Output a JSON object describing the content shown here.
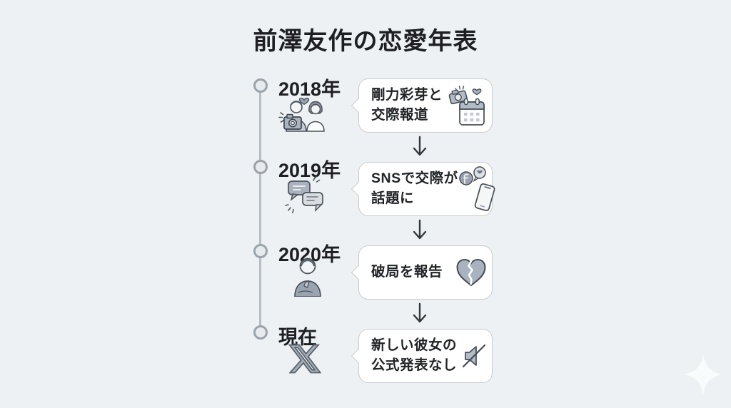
{
  "title": "前澤友作の恋愛年表",
  "timeline": {
    "items": [
      {
        "year": "2018年",
        "side_icon": "couple-with-camera",
        "bubble_line1": "剛力彩芽と",
        "bubble_line2": "交際報道",
        "bubble_icon": "camera-heart-calendar"
      },
      {
        "year": "2019年",
        "side_icon": "chat-bubbles",
        "bubble_line1": "SNSで交際が",
        "bubble_line2": "話題に",
        "bubble_icon": "sns-heart-phone"
      },
      {
        "year": "2020年",
        "side_icon": "thinking-person",
        "bubble_line1": "破局を報告",
        "bubble_line2": "",
        "bubble_icon": "broken-heart"
      },
      {
        "year": "現在",
        "side_icon": "x-logo",
        "bubble_line1": "新しい彼女の",
        "bubble_line2": "公式発表なし",
        "bubble_icon": "muted-speaker"
      }
    ]
  },
  "colors": {
    "background": "#edf1f3",
    "bubble_bg": "#ffffff",
    "bubble_border": "#c6ccd2",
    "line": "#b6bdc4",
    "dot_fill": "#e8ebee",
    "dot_border": "#9ba3ab",
    "text": "#1d1f22",
    "arrow": "#33383d"
  }
}
